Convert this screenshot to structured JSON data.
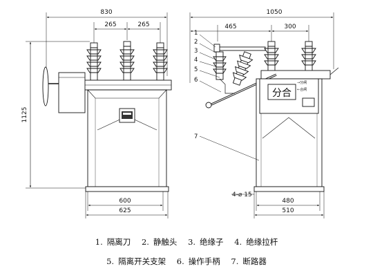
{
  "dimensions": {
    "front_width": "830",
    "insulator_spacing_left": "265",
    "insulator_spacing_right": "265",
    "front_height": "1125",
    "front_base_inner": "600",
    "front_base_outer": "625",
    "side_width": "1050",
    "side_offset_left": "465",
    "side_offset_right": "300",
    "side_base_inner": "480",
    "side_base_outer": "510",
    "mounting_holes": "4-⌀ 15"
  },
  "callouts": [
    "1",
    "2",
    "3",
    "4",
    "5",
    "6",
    "7"
  ],
  "panel": {
    "badge_text": "分合",
    "arrow_label_top": "→分闸",
    "arrow_label_bottom": "←合闸"
  },
  "legend": {
    "items": [
      {
        "number": "1.",
        "text": "隔离刀"
      },
      {
        "number": "2.",
        "text": "静触头"
      },
      {
        "number": "3.",
        "text": "绝缘子"
      },
      {
        "number": "4.",
        "text": "绝缘拉杆"
      },
      {
        "number": "5.",
        "text": "隔离开关支架"
      },
      {
        "number": "6.",
        "text": "操作手柄"
      },
      {
        "number": "7.",
        "text": "断路器"
      }
    ]
  }
}
